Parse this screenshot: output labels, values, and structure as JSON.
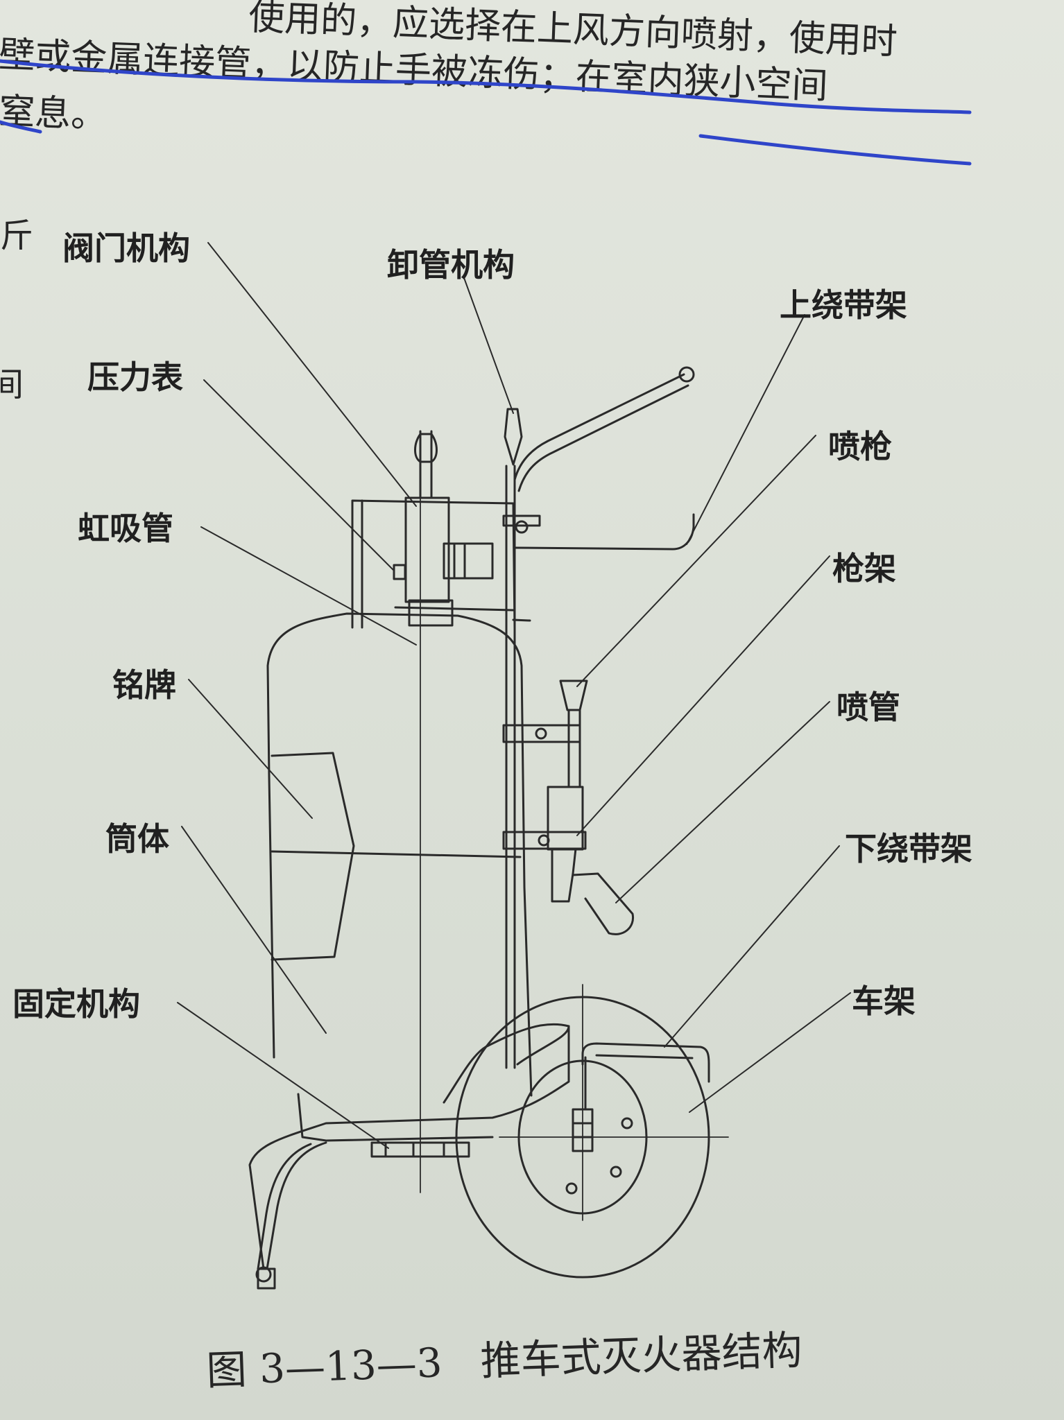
{
  "page_text": {
    "line_1": "使用的，应选择在上风方向喷射，使用时",
    "line_2": "壁或金属连接管，以防止手被冻伤；在室内狭小空间",
    "line_3": "窒息。",
    "margin_1": "斤",
    "margin_2": "间"
  },
  "diagram": {
    "labels": {
      "valve": "阀门机构",
      "unload_pipe": "卸管机构",
      "upper_hose_rack": "上绕带架",
      "pressure_gauge": "压力表",
      "spray_gun": "喷枪",
      "siphon_tube": "虹吸管",
      "gun_holder": "枪架",
      "nameplate": "铭牌",
      "nozzle_hose": "喷管",
      "cylinder": "筒体",
      "lower_hose_rack": "下绕带架",
      "fixing": "固定机构",
      "frame": "车架"
    },
    "caption": "图 3—13—3   推车式灭火器结构"
  },
  "colors": {
    "paper": "#dde0d8",
    "ink": "#262626",
    "pen_underline": "#2f45c9"
  }
}
